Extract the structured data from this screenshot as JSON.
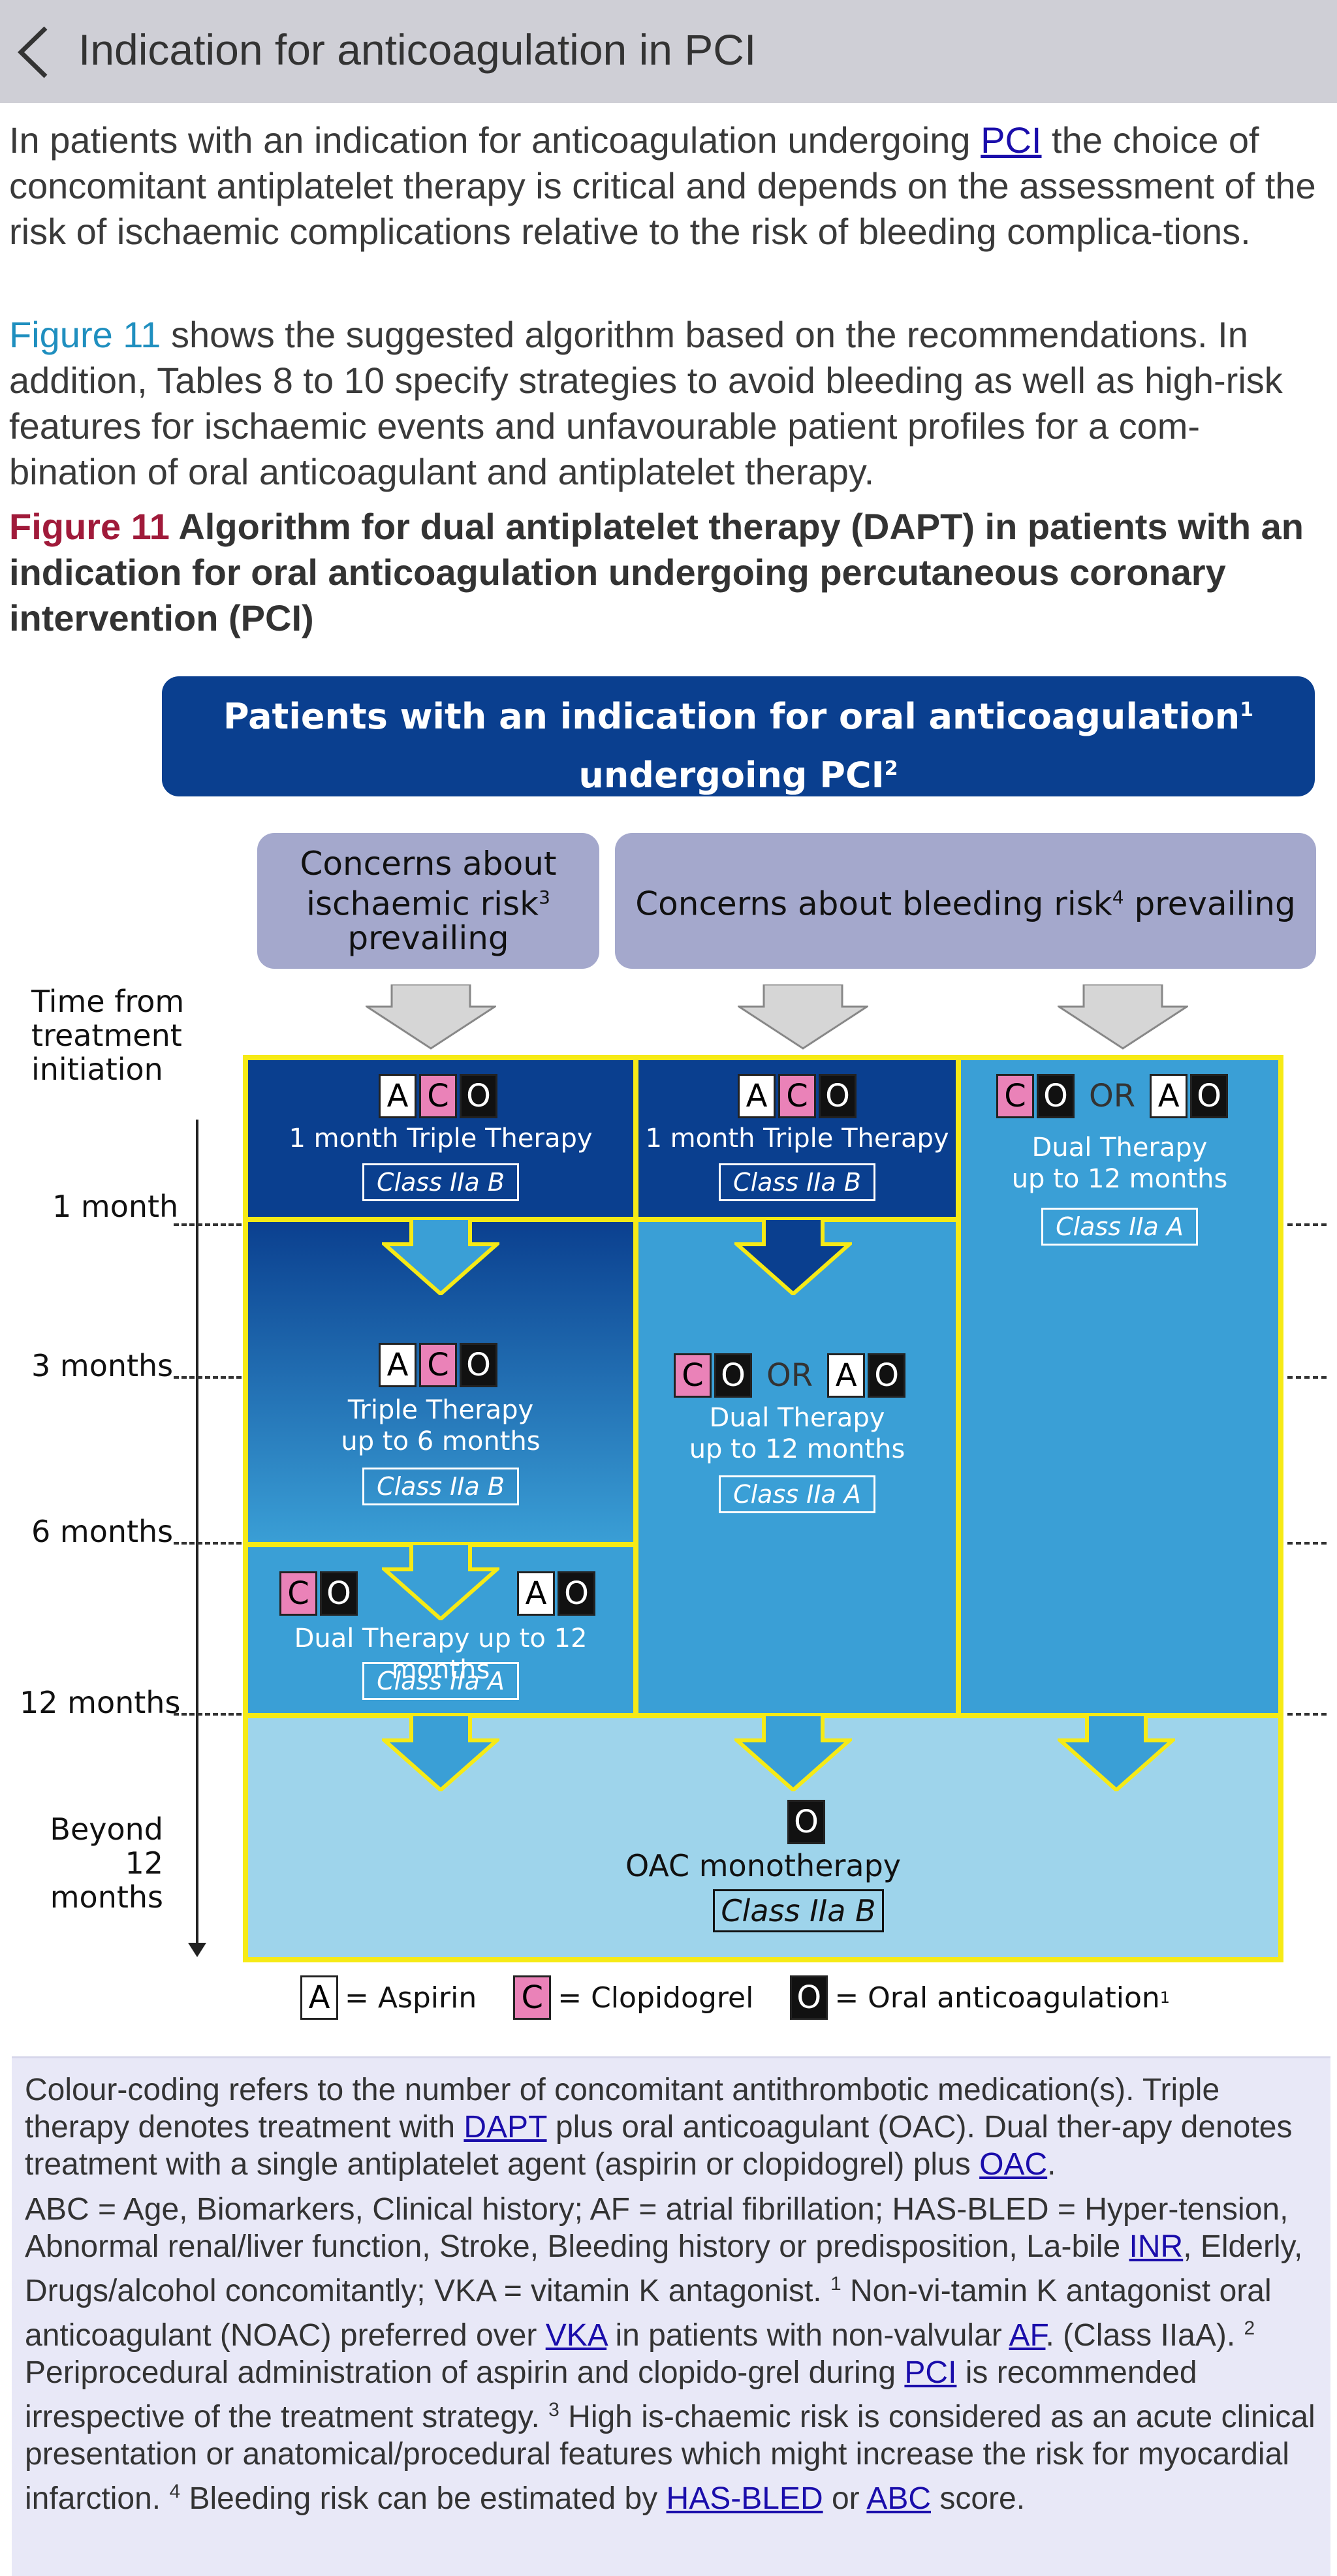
{
  "header": {
    "title": "Indication for anticoagulation in PCI",
    "back_icon": "chevron-left-icon"
  },
  "intro": {
    "p1_pre": "In patients with an indication for anticoagulation undergoing ",
    "p1_link": "PCI",
    "p1_post": " the choice of concomitant antiplatelet therapy is critical and depends on the assessment of the risk of ischaemic complications relative to the risk of bleeding complica-tions.",
    "p2_link": "Figure 11",
    "p2_post": " shows the suggested algorithm based on the recommendations. In addition, Tables 8 to 10 specify strategies to avoid bleeding as well as high-risk features for ischaemic events and unfavourable patient profiles for a com-bination of oral anticoagulant and antiplatelet therapy."
  },
  "figure_caption": {
    "label": "Figure 11",
    "text": " Algorithm for dual antiplatelet therapy (DAPT) in patients with an indication for oral anticoagulation undergoing percutaneous coronary intervention (PCI)"
  },
  "figure": {
    "banner_line1": "Patients with an indication for oral anticoagulation",
    "banner_sup1": "1",
    "banner_line2": "undergoing PCI",
    "banner_sup2": "2",
    "concern_ischaemic": {
      "l1": "Concerns about",
      "l2": "ischaemic risk",
      "sup": "3",
      "l3": "prevailing"
    },
    "concern_bleeding": {
      "text": "Concerns about bleeding risk",
      "sup": "4",
      "post": " prevailing"
    },
    "time_header": [
      "Time from",
      "treatment",
      "initiation"
    ],
    "times": [
      "1 month",
      "3 months",
      "6 months",
      "12 months"
    ],
    "beyond": [
      "Beyond",
      "12 months"
    ],
    "letters": {
      "a": "A",
      "c": "C",
      "o": "O"
    },
    "or": "OR",
    "col1": {
      "t1": "1 month Triple Therapy",
      "c1": "Class IIa B",
      "t2a": "Triple Therapy",
      "t2b": "up to 6 months",
      "c2": "Class IIa B",
      "t3": "Dual Therapy up to 12 months",
      "c3": "Class IIa A"
    },
    "col2": {
      "t1": "1 month Triple Therapy",
      "c1": "Class IIa B",
      "t2a": "Dual Therapy",
      "t2b": "up to 12 months",
      "c2": "Class IIa A"
    },
    "col3": {
      "t1a": "Dual Therapy",
      "t1b": "up to 12 months",
      "c1": "Class IIa A"
    },
    "bottom": {
      "text": "OAC monotherapy",
      "cls": "Class IIa B"
    },
    "legend": {
      "a": "= Aspirin",
      "c": "= Clopidogrel",
      "o": "= Oral anticoagulation",
      "o_sup": "1"
    },
    "colors": {
      "dark_blue": "#0a3f8f",
      "mid_blue": "#3a9fd6",
      "light_blue": "#9ed4eb",
      "yellow": "#f6ea16",
      "pink": "#ea82b8",
      "concern": "#a4a8cc"
    }
  },
  "notes": {
    "n1_pre": "Colour-coding refers to the number of concomitant antithrombotic medication(s). Triple therapy denotes treatment with ",
    "n1_link1": "DAPT",
    "n1_mid": " plus oral anticoagulant (OAC). Dual ther-apy denotes treatment with a single antiplatelet agent (aspirin or clopidogrel) plus ",
    "n1_link2": "OAC",
    "n1_end": ".",
    "n2_a": "ABC = Age, Biomarkers, Clinical history; AF = atrial fibrillation; HAS-BLED = Hyper-tension, Abnormal renal/liver function, Stroke, Bleeding history or predisposition, La-bile ",
    "n2_inr": "INR",
    "n2_b": ", Elderly, Drugs/alcohol concomitantly; VKA = vitamin K antagonist. ",
    "n2_s1": "1",
    "n2_c": " Non-vi-tamin K antagonist oral anticoagulant (NOAC) preferred over ",
    "n2_vka": "VKA",
    "n2_d": " in patients with non-valvular ",
    "n2_af": "AF",
    "n2_e": ". (Class IIaA). ",
    "n2_s2": "2",
    "n2_f": " Periprocedural administration of aspirin and clopido-grel during ",
    "n2_pci": "PCI",
    "n2_g": " is recommended irrespective of the treatment strategy. ",
    "n2_s3": "3",
    "n2_h": " High is-chaemic risk is considered as an acute clinical presentation or anatomical/procedural features which might increase the risk for myocardial infarction. ",
    "n2_s4": "4",
    "n2_i": " Bleeding risk can be estimated by ",
    "n2_hasbled": "HAS-BLED",
    "n2_or": " or ",
    "n2_abc": "ABC",
    "n2_end": " score."
  }
}
